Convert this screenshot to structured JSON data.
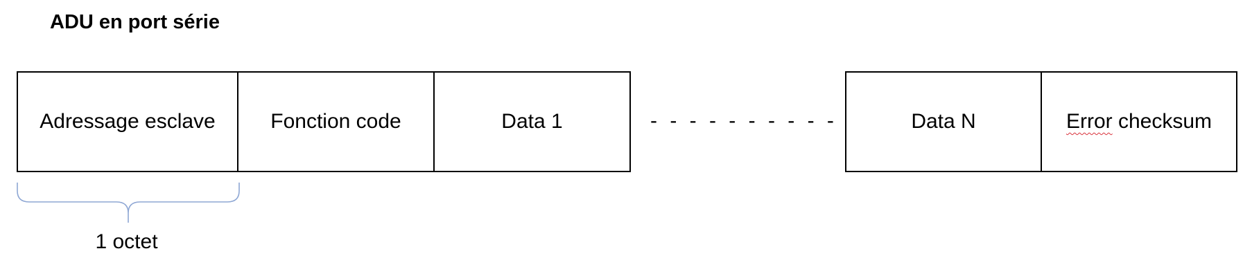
{
  "title": "ADU en port série",
  "frame": {
    "fields": [
      "Adressage esclave",
      "Fonction code",
      "Data 1",
      "Data N"
    ],
    "last_field": {
      "part1": "Error",
      "part2": " checksum"
    },
    "ellipsis": "- - - - - - - - - - - - - -"
  },
  "brace_label": "1 octet",
  "colors": {
    "brace": "#8ea7d4",
    "spellcheck_underline": "#d9303a"
  }
}
